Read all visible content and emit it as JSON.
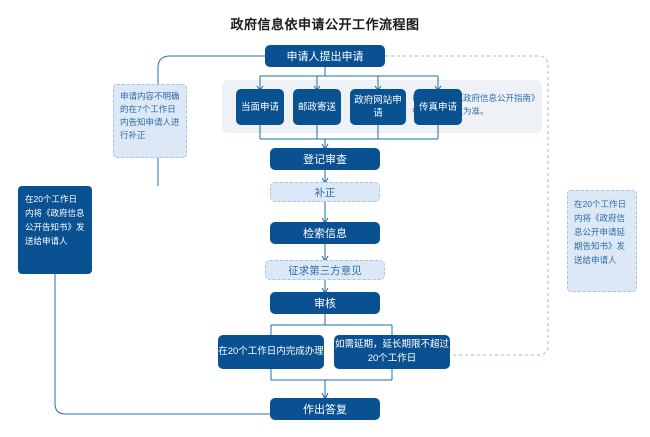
{
  "page": {
    "title": "政府信息依申请公开工作流程图"
  },
  "colors": {
    "dark_blue": "#0a5191",
    "light_blue_fill": "#dce8f6",
    "light_blue_text": "#2f6ca8",
    "panel_gray": "#eef2f6",
    "connector": "#1d6cab",
    "dashed_connector": "#9bbcdb"
  },
  "flow": {
    "apply": "申请人提出申请",
    "methods": [
      {
        "label": "当面申请"
      },
      {
        "label": "邮政寄送"
      },
      {
        "label": "政府网站申请"
      },
      {
        "label": "传真申请"
      }
    ],
    "channel_note": "以行政机关《政府信息公开指南》中确定的渠道为准。",
    "register": "登记审查",
    "correction": "补正",
    "retrieve": "检索信息",
    "third_party": "征求第三方意见",
    "review": "审核",
    "finish_in_20": "在20个工作日内完成办理",
    "extend": "如需延期，延长期限不超过20个工作日",
    "reply": "作出答复"
  },
  "notes": {
    "unclear": "申请内容不明确的在7个工作日内告知申请人进行补正",
    "left_20days": "在20个工作日内将《政府信息公开告知书》发送给申请人",
    "right_20days": "在20个工作日内将《政府信息公开申请延期告知书》发送给申请人"
  }
}
